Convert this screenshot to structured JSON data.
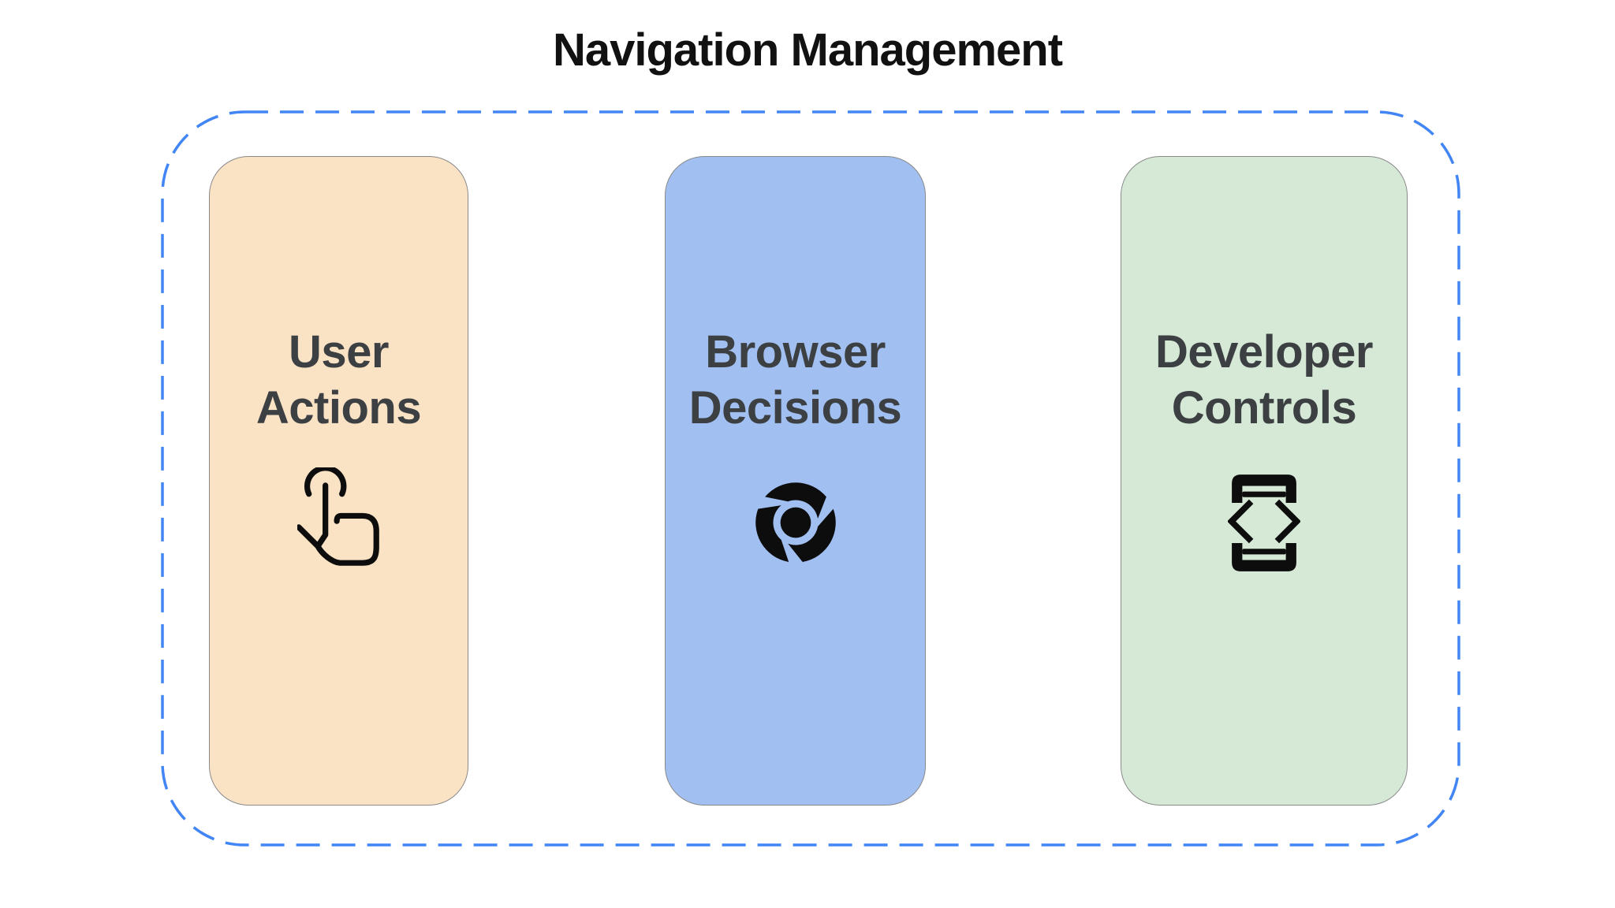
{
  "title": "Navigation Management",
  "cards": [
    {
      "label_lines": [
        "User",
        "Actions"
      ],
      "icon": "touch-gesture-icon",
      "bg": "#FAE2C5"
    },
    {
      "label_lines": [
        "Browser",
        "Decisions"
      ],
      "icon": "chrome-browser-icon",
      "bg": "#A1BFF0"
    },
    {
      "label_lines": [
        "Developer",
        "Controls"
      ],
      "icon": "developer-mode-icon",
      "bg": "#D6E9D7"
    }
  ],
  "colors": {
    "background": "#FFFFFF",
    "dashed_border": "#4285F4",
    "card_border": "#8A8A8A",
    "card_text": "#3C4043",
    "title_text": "#111111",
    "icon": "#0D0D0D"
  }
}
